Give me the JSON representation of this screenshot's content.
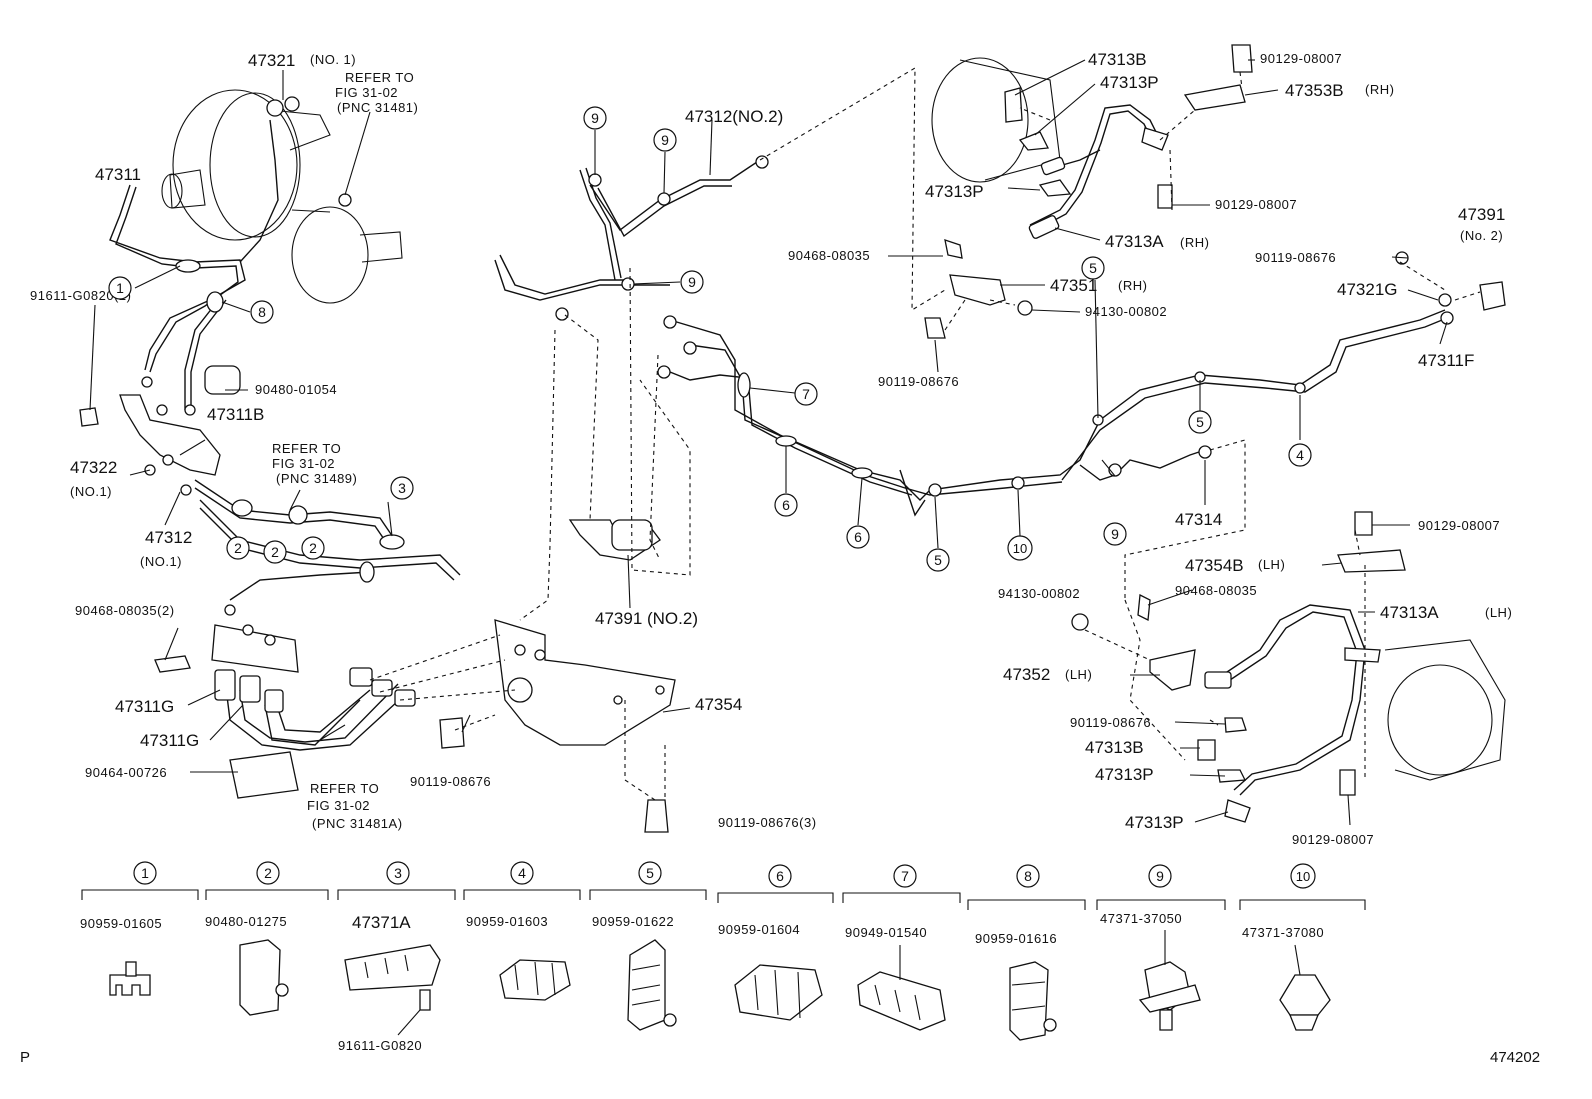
{
  "refs": {
    "r1": "REFER TO",
    "r1b": "FIG 31-02",
    "r1c": "(PNC 31481)",
    "r2": "REFER TO",
    "r2b": "FIG 31-02",
    "r2c": "(PNC 31489)",
    "r3": "REFER TO",
    "r3b": "FIG 31-02",
    "r3c": "(PNC 31481A)"
  },
  "parts": {
    "p47321": "47321",
    "p47321q": "(NO. 1)",
    "p47311": "47311",
    "p91611a": "91611-G0820(2)",
    "p90480a": "90480-01054",
    "p47311B": "47311B",
    "p47322": "47322",
    "p47322q": "(NO.1)",
    "p47312n1": "47312",
    "p47312n1q": "(NO.1)",
    "p90468a": "90468-08035(2)",
    "p47311G1": "47311G",
    "p47311G2": "47311G",
    "p90464": "90464-00726",
    "p90119a": "90119-08676",
    "p90119b": "90119-08676(3)",
    "p47354": "47354",
    "p47391n2": "47391 (NO.2)",
    "p47312n2": "47312(NO.2)",
    "p90468b": "90468-08035",
    "p90119c": "90119-08676",
    "p47313B1": "47313B",
    "p47313P1": "47313P",
    "p47313P2": "47313P",
    "p47313A1": "47313A",
    "p47313A1q": "(RH)",
    "p47351": "47351",
    "p47351q": "(RH)",
    "p94130a": "94130-00802",
    "p90129a": "90129-08007",
    "p47353B": "47353B",
    "p47353Bq": "(RH)",
    "p90129b": "90129-08007",
    "p47391": "47391",
    "p47391q": "(No. 2)",
    "p90119d": "90119-08676",
    "p47321G": "47321G",
    "p47311F": "47311F",
    "p47314": "47314",
    "p90129c": "90129-08007",
    "p47354B": "47354B",
    "p47354Bq": "(LH)",
    "p94130b": "94130-00802",
    "p90468c": "90468-08035",
    "p47313A2": "47313A",
    "p47313A2q": "(LH)",
    "p47352": "47352",
    "p47352q": "(LH)",
    "p90119e": "90119-08676",
    "p47313B2": "47313B",
    "p47313P3": "47313P",
    "p47313P4": "47313P",
    "p90129d": "90129-08007"
  },
  "callouts": [
    "1",
    "2",
    "2",
    "2",
    "3",
    "4",
    "5",
    "5",
    "5",
    "6",
    "6",
    "7",
    "8",
    "9",
    "9",
    "9",
    "9",
    "10"
  ],
  "legend": [
    {
      "num": "1",
      "part": "90959-01605"
    },
    {
      "num": "2",
      "part": "90480-01275"
    },
    {
      "num": "3",
      "part": "47371A",
      "extra": "91611-G0820"
    },
    {
      "num": "4",
      "part": "90959-01603"
    },
    {
      "num": "5",
      "part": "90959-01622"
    },
    {
      "num": "6",
      "part": "90959-01604"
    },
    {
      "num": "7",
      "part": "90949-01540"
    },
    {
      "num": "8",
      "part": "90959-01616"
    },
    {
      "num": "9",
      "part": "47371-37050"
    },
    {
      "num": "10",
      "part": "47371-37080"
    }
  ],
  "footer": {
    "left": "P",
    "right": "474202"
  }
}
